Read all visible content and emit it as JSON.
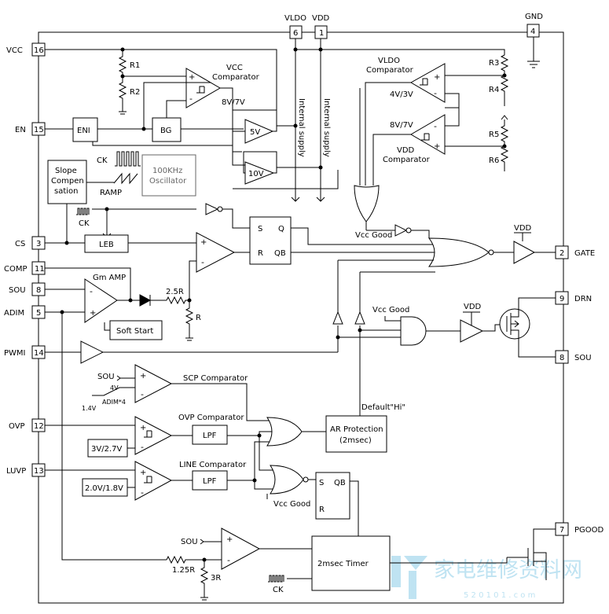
{
  "pins": {
    "vldo": {
      "label": "VLDO",
      "num": "6"
    },
    "vdd": {
      "label": "VDD",
      "num": "1"
    },
    "gnd": {
      "label": "GND",
      "num": "4"
    },
    "vcc": {
      "label": "VCC",
      "num": "16"
    },
    "en": {
      "label": "EN",
      "num": "15"
    },
    "cs": {
      "label": "CS",
      "num": "3"
    },
    "comp": {
      "label": "COMP",
      "num": "11"
    },
    "sou_in": {
      "label": "SOU",
      "num": "8"
    },
    "adim": {
      "label": "ADIM",
      "num": "5"
    },
    "pwmi": {
      "label": "PWMI",
      "num": "14"
    },
    "ovp": {
      "label": "OVP",
      "num": "12"
    },
    "luvp": {
      "label": "LUVP",
      "num": "13"
    },
    "gate": {
      "label": "GATE",
      "num": "2"
    },
    "drn": {
      "label": "DRN",
      "num": "9"
    },
    "sou_out": {
      "label": "SOU",
      "num": "8"
    },
    "pgood": {
      "label": "PGOOD",
      "num": "7"
    }
  },
  "blocks": {
    "eni": "ENI",
    "bg": "BG",
    "slope": [
      "Slope",
      "Compen",
      "sation"
    ],
    "oscillator": [
      "100KHz",
      "Oscillator"
    ],
    "leb": "LEB",
    "soft_start": "Soft Start",
    "ar_protection": [
      "AR Protection",
      "(2msec)"
    ],
    "timer": "2msec Timer",
    "lpf1": "LPF",
    "lpf2": "LPF",
    "ovp_ref": "3V/2.7V",
    "luvp_ref": "2.0V/1.8V",
    "sr1": {
      "s": "S",
      "q": "Q",
      "r": "R",
      "qb": "QB"
    },
    "sr2": {
      "s": "S",
      "qb": "QB",
      "r": "R"
    }
  },
  "labels": {
    "vcc_comp": [
      "VCC",
      "Comparator"
    ],
    "vcc_thr": "8V/7V",
    "vldo_comp": [
      "VLDO",
      "Comparator"
    ],
    "vldo_thr": "4V/3V",
    "vdd_thr": "8V/7V",
    "vdd_comp": [
      "VDD",
      "Comparator"
    ],
    "reg5": "5V",
    "reg10": "10V",
    "int_supply": "Internal supply",
    "gm_amp": "Gm AMP",
    "scp_comp": "SCP Comparator",
    "ovp_comp": "OVP Comparator",
    "line_comp": "LINE Comparator",
    "vcc_good1": "Vcc Good",
    "vcc_good2": "Vcc Good",
    "vcc_good3": "Vcc Good",
    "vdd_gate": "VDD",
    "vdd_drv": "VDD",
    "default_hi": "Default\"Hi\"",
    "ck_osc": "CK",
    "ramp": "RAMP",
    "ck_leb": "CK",
    "ck_timer": "CK",
    "scp_sou": "SOU",
    "scp_4v": "4V",
    "scp_14v": "1.4V",
    "scp_adim": "ADIM*4",
    "timer_sou": "SOU",
    "r1": "R1",
    "r2": "R2",
    "r3": "R3",
    "r4": "R4",
    "r5": "R5",
    "r6": "R6",
    "r_25": "2.5R",
    "r_r": "R",
    "r_125": "1.25R",
    "r_3r": "3R",
    "cmp_plus": "+",
    "cmp_minus": "-"
  },
  "watermark": {
    "cn": "家电维修资料网",
    "url": "5 2 0 1 0 1 . c o m"
  }
}
